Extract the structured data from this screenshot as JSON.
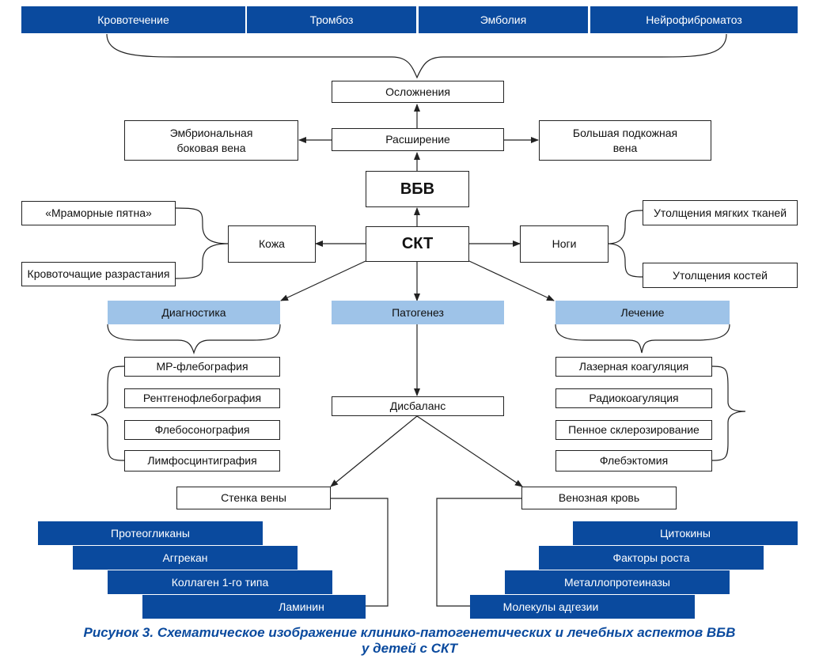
{
  "complications": [
    "Кровотечение",
    "Тромбоз",
    "Эмболия",
    "Нейрофиброматоз"
  ],
  "complications_label": "Осложнения",
  "expansion": "Расширение",
  "embryonic_vein": "Эмбриональная боковая вена",
  "great_saphenous": "Большая подкожная вена",
  "vbv": "ВБВ",
  "skt": "СКТ",
  "skin": "Кожа",
  "skin_items": [
    "«Мраморные пятна»",
    "Кровоточащие разрастания"
  ],
  "legs": "Ноги",
  "legs_items": [
    "Утолщения мягких тканей",
    "Утолщения костей"
  ],
  "diagnostics": "Диагностика",
  "pathogenesis": "Патогенез",
  "treatment": "Лечение",
  "diagnostics_items": [
    "МР-флебография",
    "Рентгенофлебография",
    "Флебосонография",
    "Лимфосцинтиграфия"
  ],
  "treatment_items": [
    "Лазерная коагуляция",
    "Радиокоагуляция",
    "Пенное склерозирование",
    "Флебэктомия"
  ],
  "imbalance": "Дисбаланс",
  "vein_wall": "Стенка вены",
  "venous_blood": "Венозная кровь",
  "wall_items": [
    "Протеогликаны",
    "Аггрекан",
    "Коллаген 1-го типа",
    "Ламинин"
  ],
  "blood_items": [
    "Цитокины",
    "Факторы роста",
    "Металлопротеиназы",
    "Молекулы адгезии"
  ],
  "caption_line1": "Рисунок 3. Схематическое изображение клинико-патогенетических и лечебных аспектов ВБВ",
  "caption_line2": "у детей с СКТ",
  "colors": {
    "dark_blue": "#0a4a9e",
    "light_blue": "#9ec3e8",
    "line": "#222222"
  }
}
